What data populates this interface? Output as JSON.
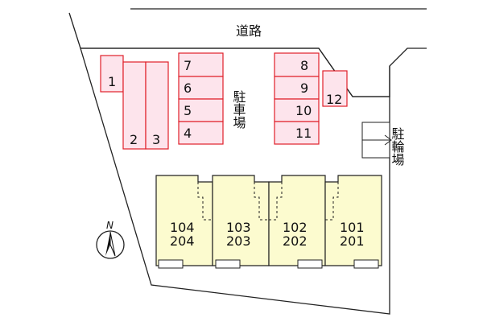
{
  "road": {
    "label": "道路"
  },
  "parking": {
    "label": "駐車場",
    "spaces": [
      "1",
      "2",
      "3",
      "7",
      "6",
      "5",
      "4",
      "8",
      "9",
      "10",
      "11",
      "12"
    ],
    "fill": "#fde4ec",
    "stroke": "#e0202a"
  },
  "bike_parking": {
    "label": "駐輪場"
  },
  "building": {
    "fill": "#fcfbcf",
    "units": [
      {
        "ground": "104",
        "upper": "204"
      },
      {
        "ground": "103",
        "upper": "203"
      },
      {
        "ground": "102",
        "upper": "202"
      },
      {
        "ground": "101",
        "upper": "201"
      }
    ]
  },
  "compass": {
    "north": "N"
  }
}
